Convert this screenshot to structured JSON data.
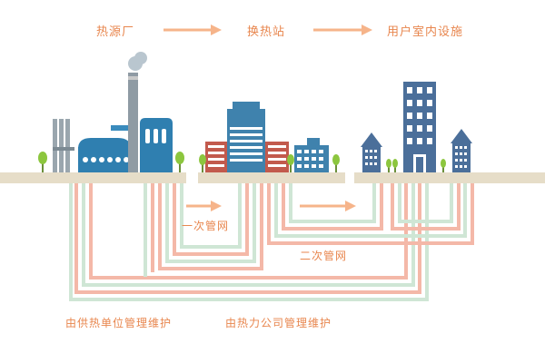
{
  "flow": {
    "source_label": "热源厂",
    "station_label": "换热站",
    "user_label": "用户室内设施"
  },
  "network": {
    "primary_label": "一次管网",
    "secondary_label": "二次管网"
  },
  "maintenance": {
    "supplier_label": "由供热单位管理维护",
    "company_label": "由热力公司管理维护"
  },
  "colors": {
    "accent": "#e8864e",
    "arrow": "#f6b48a",
    "ground": "#e6ddc8",
    "pipe_supply": "#f2a08c",
    "pipe_return": "#b6dcc4",
    "building_blue": "#3f82ad",
    "building_dark": "#4b6f9a"
  }
}
